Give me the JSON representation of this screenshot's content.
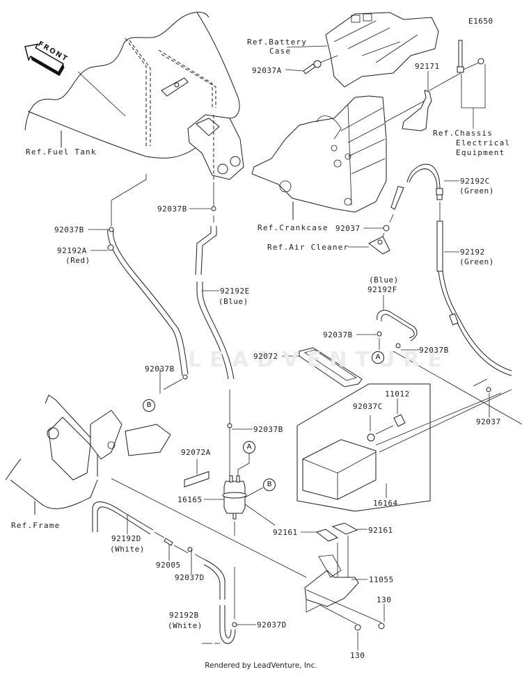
{
  "diagram": {
    "code": "E1650",
    "front_marker": "FRONT",
    "watermark": "LEADVENTURE",
    "footer": "Rendered by LeadVenture, Inc."
  },
  "references": {
    "fuel_tank": "Ref.Fuel Tank",
    "battery_case_line1": "Ref.Battery",
    "battery_case_line2": "Case",
    "chassis_line1": "Ref.Chassis",
    "chassis_line2": "Electrical",
    "chassis_line3": "Equipment",
    "crankcase": "Ref.Crankcase",
    "air_cleaner": "Ref.Air Cleaner",
    "frame": "Ref.Frame"
  },
  "parts": {
    "p92037A": "92037A",
    "p92171": "92171",
    "p92192C": "92192C",
    "p92192C_color": "(Green)",
    "p92037_top": "92037",
    "p92192": "92192",
    "p92192_color": "(Green)",
    "p92037B_left": "92037B",
    "p92192A": "92192A",
    "p92192A_color": "(Red)",
    "p92037B_mid": "92037B",
    "p92192E": "92192E",
    "p92192E_color": "(Blue)",
    "p92192F_color": "(Blue)",
    "p92192F": "92192F",
    "p92037B_f_left": "92037B",
    "p92037B_f_right": "92037B",
    "p92072": "92072",
    "p92037B_low": "92037B",
    "p92037_right": "92037",
    "p11012": "11012",
    "p92037C": "92037C",
    "p92037B_pump": "92037B",
    "p92072A": "92072A",
    "p16165": "16165",
    "p16164": "16164",
    "p92161_left": "92161",
    "p92161_right": "92161",
    "p11055": "11055",
    "p92192D": "92192D",
    "p92192D_color": "(White)",
    "p92005": "92005",
    "p92037D_mid": "92037D",
    "p92192B": "92192B",
    "p92192B_color": "(White)",
    "p92037D_low": "92037D",
    "p130_right": "130",
    "p130_low": "130"
  },
  "connectors": {
    "a": "A",
    "b": "B"
  }
}
